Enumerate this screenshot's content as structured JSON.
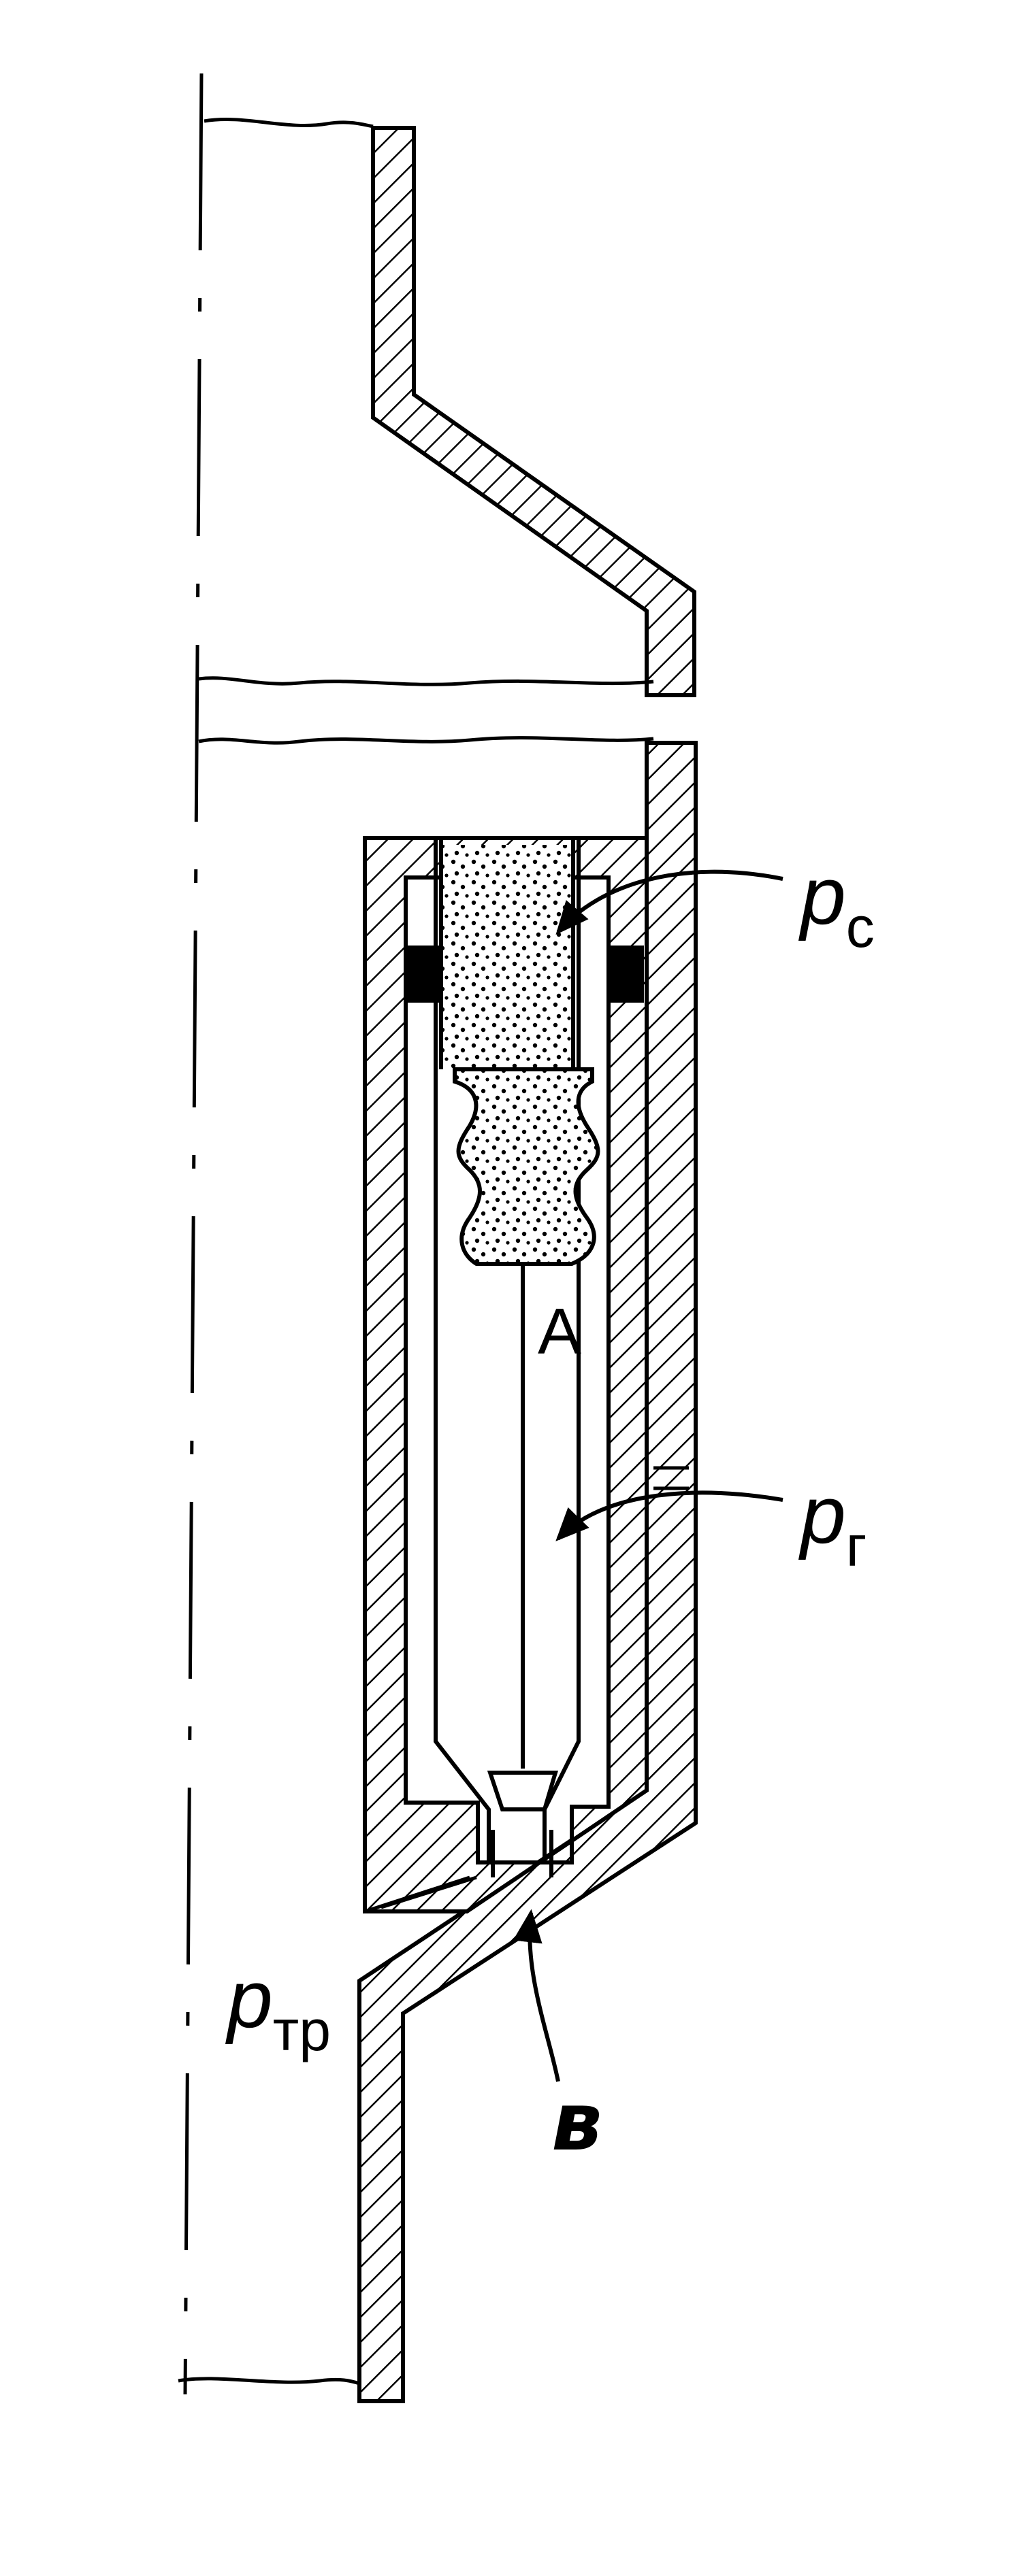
{
  "diagram": {
    "labels": {
      "p_c": {
        "main": "p",
        "sub": "с"
      },
      "p_g": {
        "main": "p",
        "sub": "г"
      },
      "p_tr": {
        "main": "p",
        "sub": "тр"
      },
      "chamber": "A",
      "port": "в"
    },
    "colors": {
      "stroke": "#000000",
      "background": "#ffffff"
    }
  }
}
